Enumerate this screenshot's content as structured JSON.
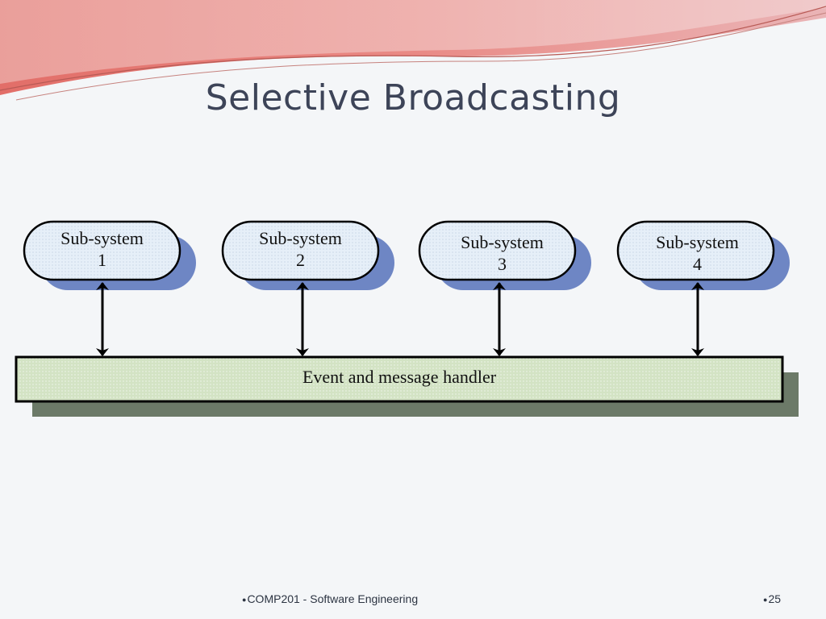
{
  "slide": {
    "title": "Selective Broadcasting",
    "subsystems": [
      {
        "line1": "Sub-system",
        "line2": "1"
      },
      {
        "line1": "Sub-system",
        "line2": "2"
      },
      {
        "line1": "Sub-system",
        "line2": "3"
      },
      {
        "line1": "Sub-system",
        "line2": "4"
      }
    ],
    "bus_label": "Event and message handler",
    "footer": {
      "course": "COMP201 - Software Engineering",
      "page_number": "25",
      "bullet": "●"
    }
  },
  "colors": {
    "title": "#3d4458",
    "node_fill": "#e6eff8",
    "node_shadow": "#6e86c4",
    "bus_fill": "#d3e3c4",
    "bus_shadow": "#6c7a68",
    "arrow": "#000000",
    "swoosh_red": "#e0756e",
    "swoosh_pink": "#ecaeb0"
  }
}
